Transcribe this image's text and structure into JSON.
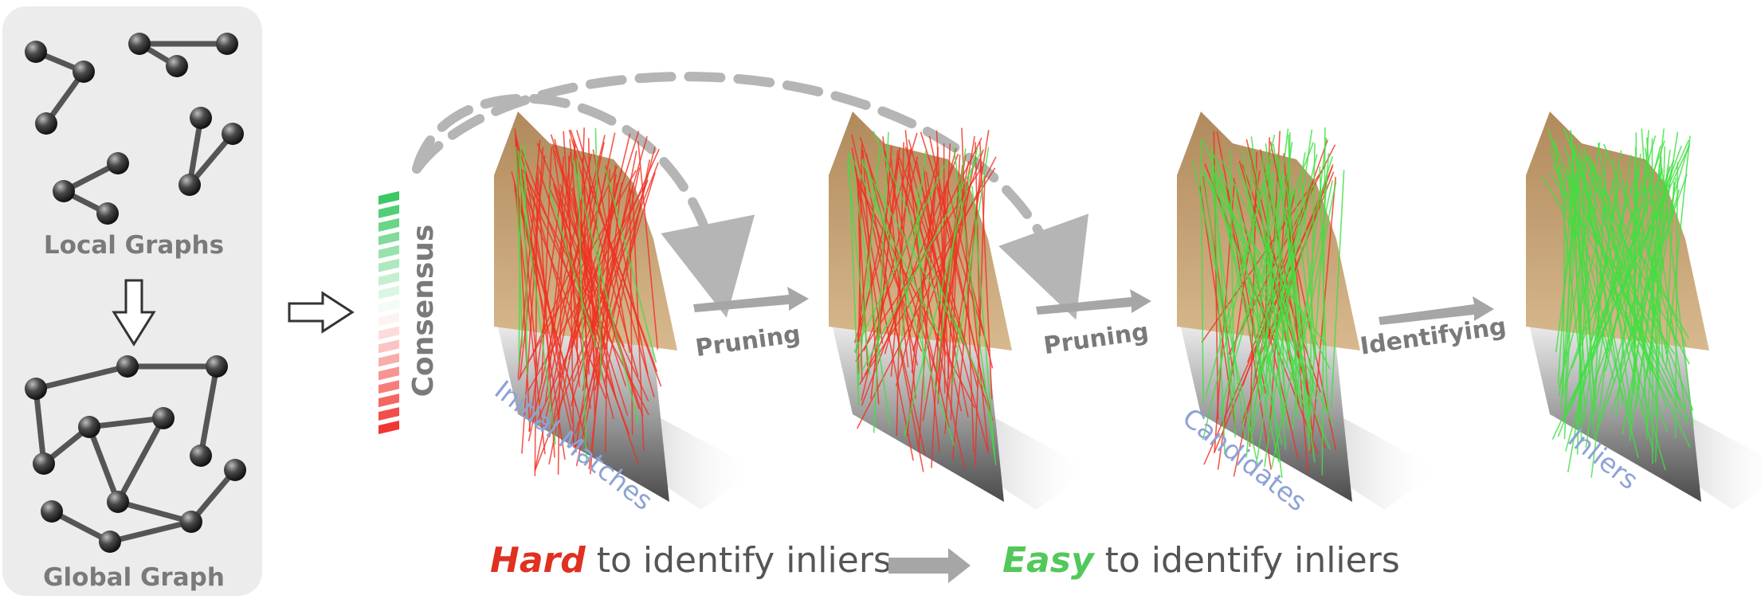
{
  "graph_panel": {
    "local_label": "Local Graphs",
    "global_label": "Global Graph"
  },
  "consensus_label": "Consensus",
  "stages": [
    {
      "label": "Initial Matches",
      "red_density": 0.9,
      "green_density": 0.1
    },
    {
      "label": "",
      "red_density": 0.75,
      "green_density": 0.2
    },
    {
      "label": "Candidates",
      "red_density": 0.35,
      "green_density": 0.65
    },
    {
      "label": "Inliers",
      "red_density": 0.0,
      "green_density": 1.0
    }
  ],
  "steps": [
    "Pruning",
    "Pruning",
    "Identifying"
  ],
  "caption": {
    "hard_word": "Hard",
    "easy_word": "Easy",
    "suffix": " to identify inliers"
  },
  "colors": {
    "panel_bg": "#ececec",
    "node": "#3c3c3c",
    "edge": "#555555",
    "label_gray": "#7a7a7a",
    "stage_label": "#8ea2d6",
    "match_red": "#f03020",
    "match_green": "#3ee040",
    "arrow_gray": "#a6a6a6",
    "hard_red": "#e03020",
    "easy_green": "#52c85a"
  }
}
